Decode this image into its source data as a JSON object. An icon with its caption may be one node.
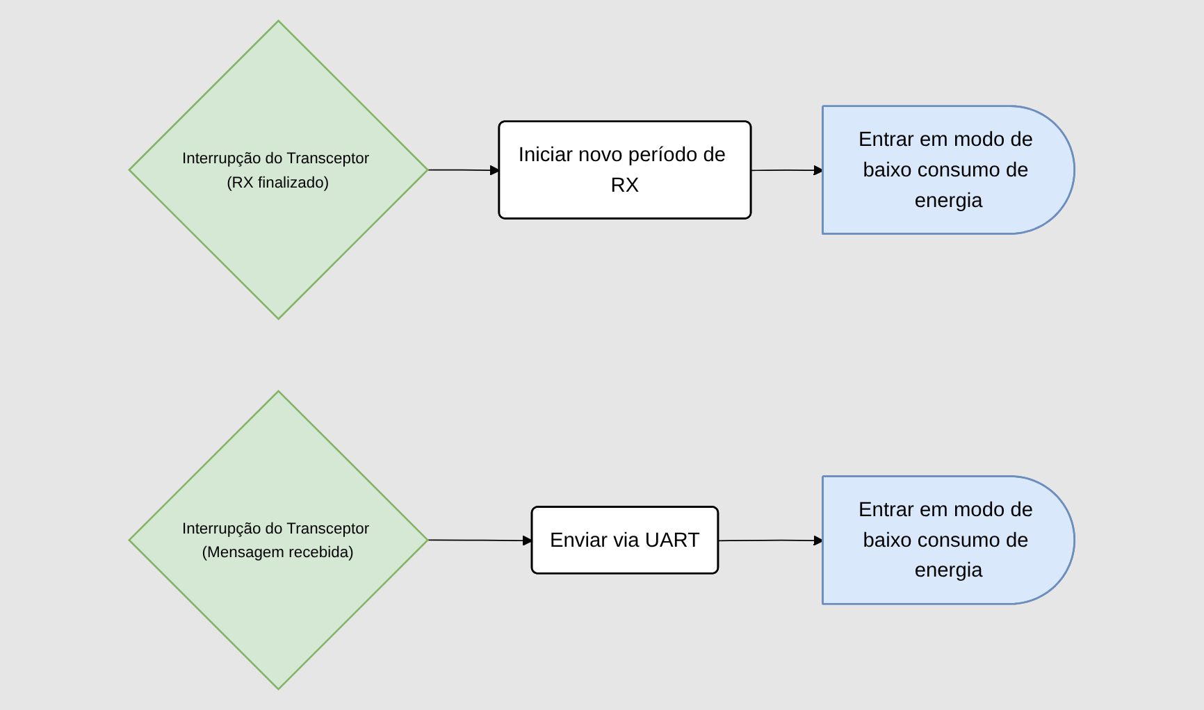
{
  "diagram": {
    "nodes": [
      {
        "text": [
          "Interrupção do Transceptor (RX finalizado)"
        ]
      },
      {
        "text": [
          "Iniciar novo período de RX"
        ]
      },
      {
        "text": [
          "Entrar em modo de baixo consumo de energia"
        ]
      },
      {
        "text": [
          "Interrupção do Transceptor (Mensagem recebida)"
        ]
      },
      {
        "text": [
          "Enviar via UART"
        ]
      },
      {
        "text": [
          "Entrar em modo de baixo consumo de energia"
        ]
      }
    ],
    "edges": [
      {
        "from": 0,
        "to": 1,
        "arrow": "to"
      },
      {
        "from": 1,
        "to": 2,
        "arrow": "to"
      },
      {
        "from": 3,
        "to": 4,
        "arrow": "to"
      },
      {
        "from": 4,
        "to": 5,
        "arrow": "to"
      }
    ]
  }
}
